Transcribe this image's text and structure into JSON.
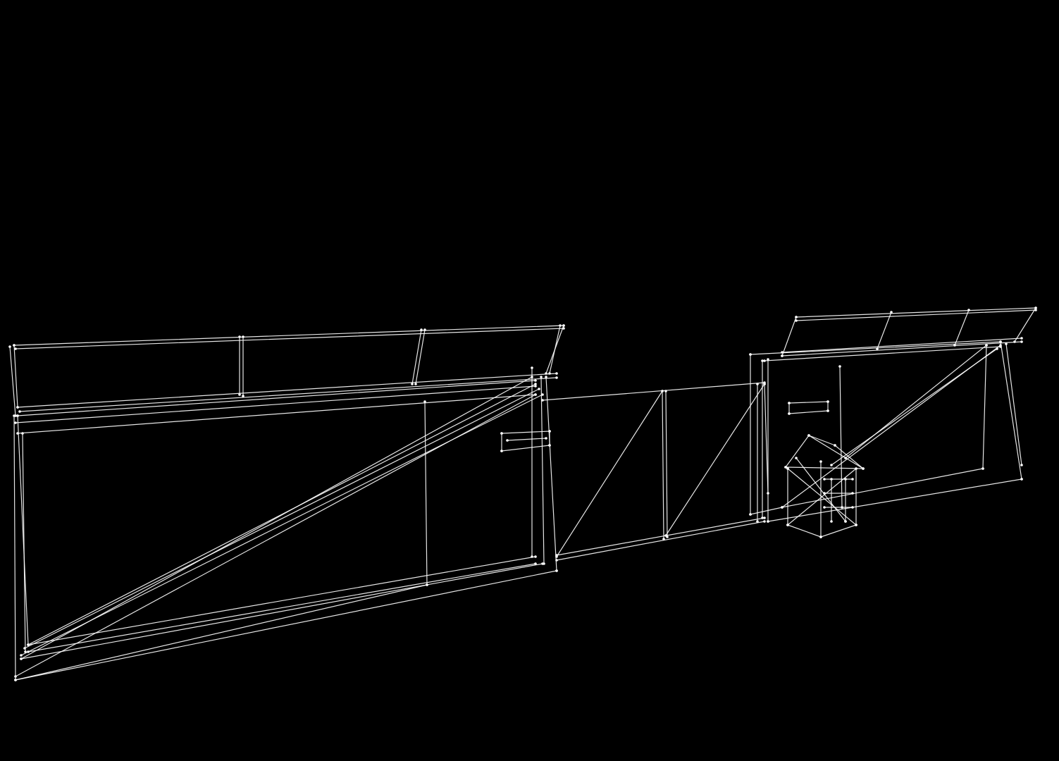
{
  "scene": {
    "render_mode": "wireframe",
    "background": "#000000",
    "line_color": "#ffffff",
    "objects": [
      "left-building",
      "middle-fence",
      "right-building",
      "small-house"
    ]
  }
}
